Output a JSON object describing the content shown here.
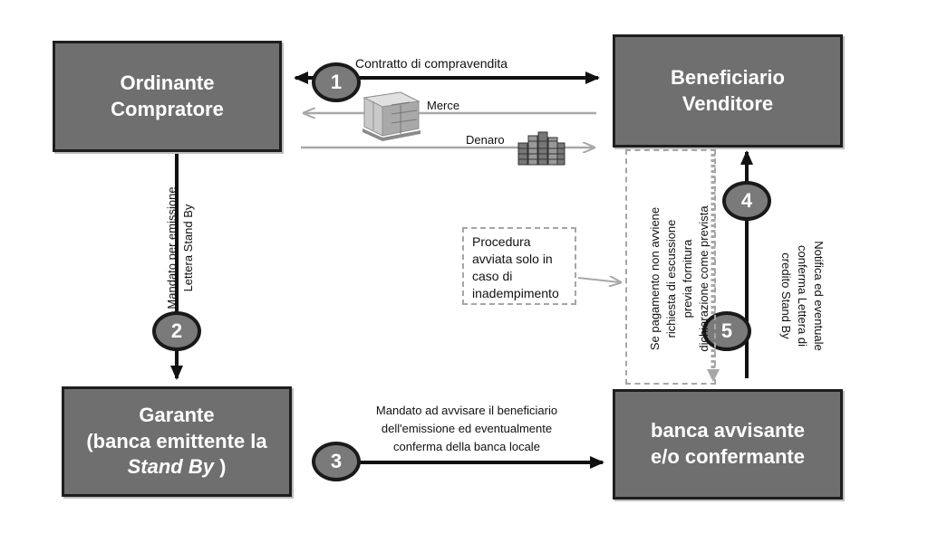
{
  "boxes": {
    "ordinante": {
      "line1": "Ordinante",
      "line2": "Compratore"
    },
    "beneficiario": {
      "line1": "Beneficiario",
      "line2": "Venditore"
    },
    "garante": {
      "line1": "Garante",
      "line2": "(banca emittente la",
      "line3_italic": "Stand By",
      "line3_tail": " )"
    },
    "banca": {
      "line1": "banca avvisante",
      "line2": "e/o confermante"
    }
  },
  "badges": [
    "1",
    "2",
    "3",
    "4",
    "5"
  ],
  "labels": {
    "contratto": "Contratto di compravendita",
    "merce": "Merce",
    "denaro": "Denaro",
    "mandato_emissione": [
      "Mandato per emissione",
      "Lettera Stand By"
    ],
    "mandato_avvisare": [
      "Mandato ad avvisare il beneficiario",
      "dell'emissione ed eventualmente",
      "conferma della banca locale"
    ],
    "procedura": [
      "Procedura",
      "avviata solo in",
      "caso di",
      "inadempimento"
    ],
    "se_pagamento": [
      "Se pagamento non avviene",
      "richiesta di escussione",
      "previa fornitura",
      "dichiarazione come prevista"
    ],
    "notifica": [
      "Notifica ed eventuale",
      "conferma Lettera di",
      "credito Stand By"
    ]
  },
  "icons": {
    "merce": "pallet-boxes-icon",
    "denaro": "coin-stacks-icon"
  },
  "colors": {
    "box_fill": "#6f6f6f",
    "box_border": "#1e1e1e",
    "arrow_dark": "#111111",
    "arrow_light": "#a8a8a8"
  }
}
